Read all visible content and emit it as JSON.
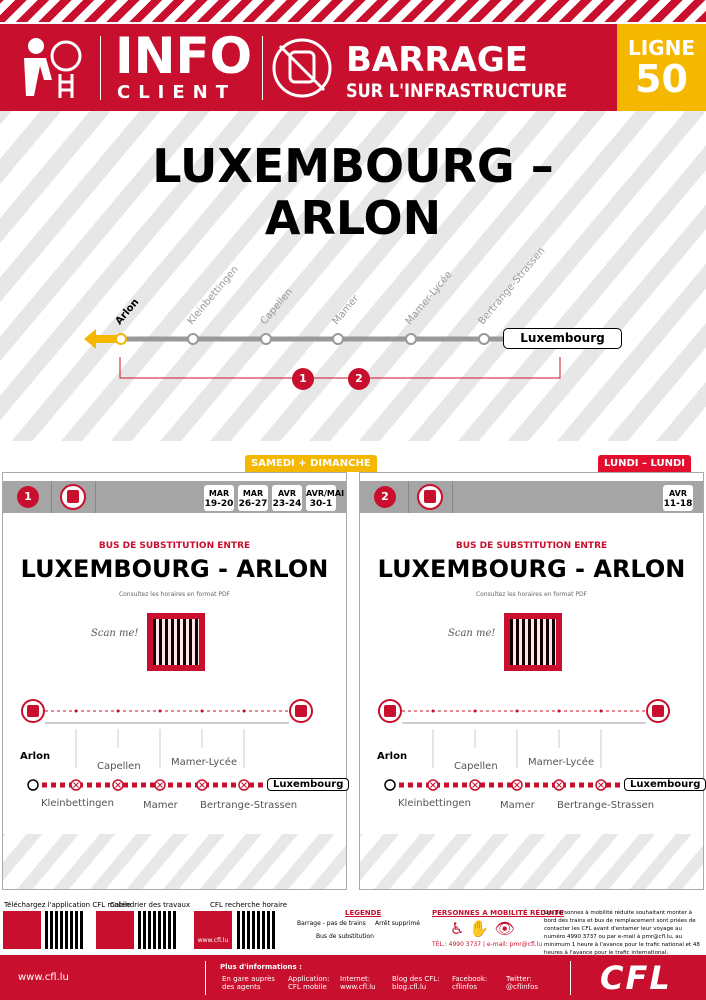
{
  "header": {
    "info": "INFO",
    "client": "CLIENT",
    "barrage": "BARRAGE",
    "sur": "SUR L'INFRASTRUCTURE",
    "ligne_label": "LIGNE",
    "ligne_num": "50"
  },
  "title": {
    "line1": "LUXEMBOURG –",
    "line2": "ARLON"
  },
  "line_map": {
    "origin": "Arlon",
    "stations": [
      "Kleinbettingen",
      "Capellen",
      "Mamer",
      "Mamer-Lycée",
      "Bertrange-Strassen"
    ],
    "terminus": "Luxembourg",
    "badges": [
      "1",
      "2"
    ]
  },
  "panels": [
    {
      "num": "1",
      "tag": "SAMEDI + DIMANCHE",
      "tag_color": "#f5b800",
      "dates": [
        {
          "m": "MAR",
          "d": "19-20"
        },
        {
          "m": "MAR",
          "d": "26-27"
        },
        {
          "m": "AVR",
          "d": "23-24"
        },
        {
          "m": "AVR/MAI",
          "d": "30-1"
        }
      ],
      "subtitle": "BUS DE SUBSTITUTION ENTRE",
      "route": "LUXEMBOURG - ARLON",
      "consult": "Consultez les horaires en format PDF",
      "scan": "Scan me!",
      "origin": "Arlon",
      "upper": [
        "Capellen",
        "Mamer-Lycée"
      ],
      "lower": [
        "Kleinbettingen",
        "Mamer",
        "Bertrange-Strassen"
      ],
      "terminus": "Luxembourg"
    },
    {
      "num": "2",
      "tag": "LUNDI – LUNDI",
      "tag_color": "#e30d2e",
      "dates": [
        {
          "m": "AVR",
          "d": "11-18"
        }
      ],
      "subtitle": "BUS DE SUBSTITUTION ENTRE",
      "route": "LUXEMBOURG - ARLON",
      "consult": "Consultez les horaires en format PDF",
      "scan": "Scan me!",
      "origin": "Arlon",
      "upper": [
        "Capellen",
        "Mamer-Lycée"
      ],
      "lower": [
        "Kleinbettingen",
        "Mamer",
        "Bertrange-Strassen"
      ],
      "terminus": "Luxembourg"
    }
  ],
  "footer": {
    "app": "Téléchargez l'application CFL mobile",
    "cal": "Calendrier des travaux",
    "search": "CFL recherche horaire",
    "cfl_url_small": "www.cfl.lu",
    "legend_title": "LEGENDE",
    "legend_barrage": "Barrage - pas de trains",
    "legend_arret": "Arrêt supprimé",
    "legend_bus": "Bus de substitution",
    "pmr_title": "PERSONNES A MOBILITÉ RÉDUITE",
    "pmr_contact": "TÉL.: 4990 3737 | e-mail: pmr@cfl.lu",
    "pmr_text": "Les personnes à mobilité réduite souhaitant monter à bord des trains et bus de remplacement sont priées de contacter les CFL avant d'entamer leur voyage au numéro 4990 3737 ou par e-mail à pmr@cfl.lu, au minimum 1 heure à l'avance pour le trafic national et 48 heures à l'avance pour le trafic international."
  },
  "bottom": {
    "url": "www.cfl.lu",
    "more": "Plus d'informations :",
    "items": [
      "En gare auprès des agents",
      "Application: CFL mobile",
      "Internet: www.cfl.lu",
      "Blog des CFL: blog.cfl.lu",
      "Facebook: cflinfos",
      "Twitter: @cflinfos"
    ],
    "logo": "CFL"
  }
}
